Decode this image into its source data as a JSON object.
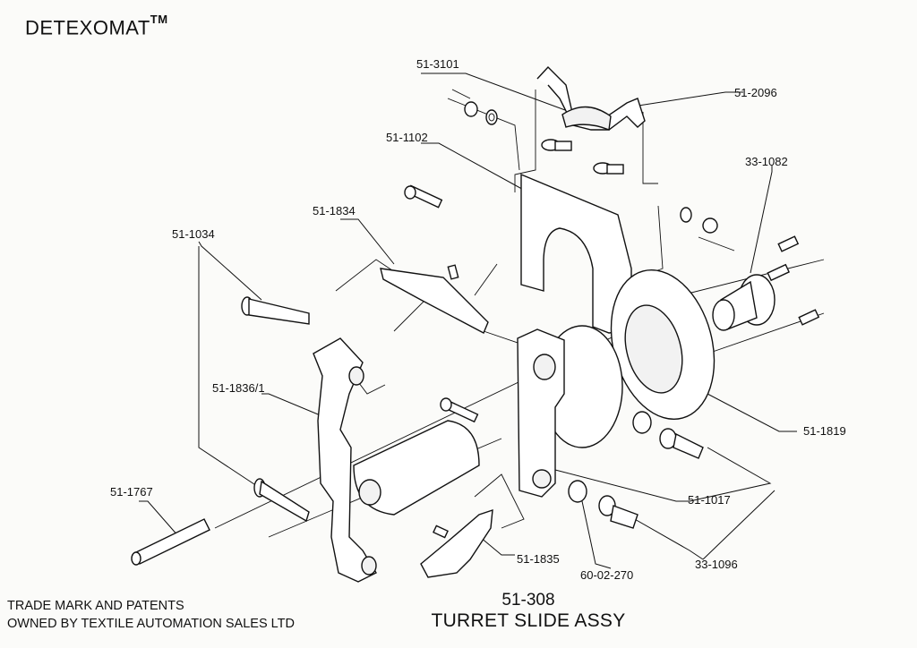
{
  "header": {
    "brand": "DETEXOMAT",
    "trademark": "TM"
  },
  "parts": {
    "p51_3101": "51-3101",
    "p51_2096": "51-2096",
    "p51_1102": "51-1102",
    "p33_1082": "33-1082",
    "p51_1834": "51-1834",
    "p51_1034": "51-1034",
    "p51_1836_1": "51-1836/1",
    "p51_1819": "51-1819",
    "p51_1767": "51-1767",
    "p51_1017": "51-1017",
    "p51_1835": "51-1835",
    "p33_1096": "33-1096",
    "p60_02_270": "60-02-270"
  },
  "footer": {
    "line1": "TRADE MARK AND PATENTS",
    "line2": "OWNED BY TEXTILE AUTOMATION SALES LTD",
    "part_number": "51-308",
    "title": "TURRET SLIDE ASSY"
  }
}
